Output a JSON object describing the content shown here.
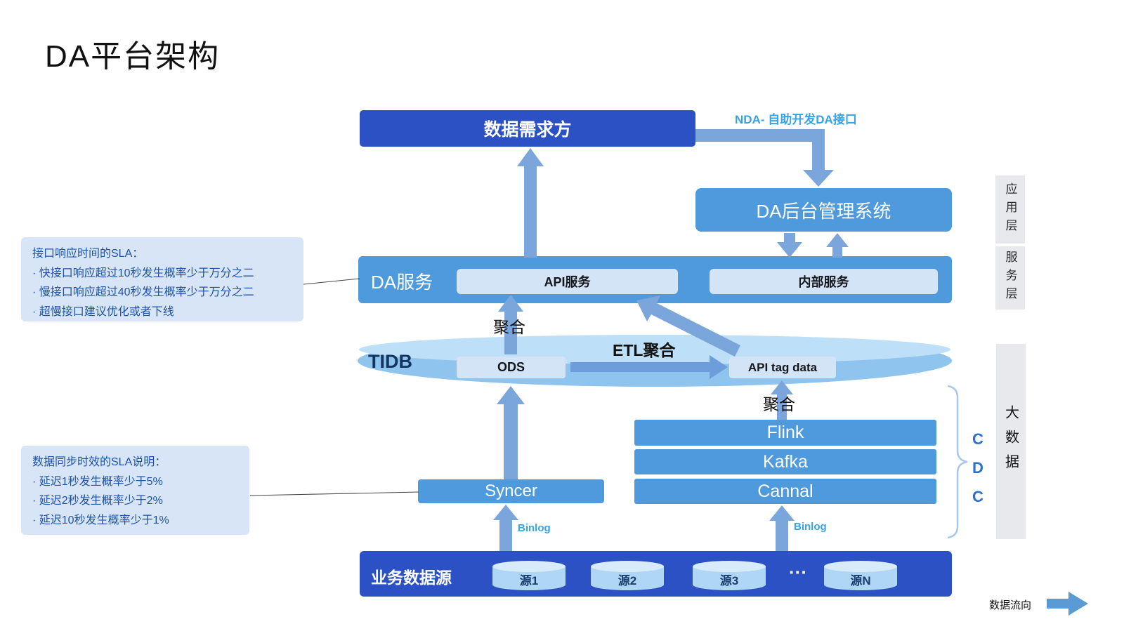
{
  "title": "DA平台架构",
  "legend": {
    "flow_label": "数据流向"
  },
  "layers": {
    "app": "应用层",
    "service": "服务层",
    "bigdata": "大数据",
    "cdc": [
      "C",
      "D",
      "C"
    ]
  },
  "nodes": {
    "consumer": "数据需求方",
    "admin": "DA后台管理系统",
    "da_service": "DA服务",
    "api_service": "API服务",
    "internal_service": "内部服务",
    "tidb": "TIDB",
    "ods": "ODS",
    "api_tag_data": "API tag data",
    "flink": "Flink",
    "kafka": "Kafka",
    "cannal": "Cannal",
    "syncer": "Syncer",
    "biz_source": "业务数据源",
    "sources": [
      "源1",
      "源2",
      "源3",
      "源N"
    ],
    "source_ellipsis": "···"
  },
  "edge_labels": {
    "nda": "NDA- 自助开发DA接口",
    "juhe_ods": "聚合",
    "etl": "ETL聚合",
    "juhe_flink": "聚合",
    "binlog_syncer": "Binlog",
    "binlog_cannal": "Binlog"
  },
  "annotations": {
    "api_sla": {
      "title": "接口响应时间的SLA：",
      "lines": [
        "· 快接口响应超过10秒发生概率少于万分之二",
        "· 慢接口响应超过40秒发生概率少于万分之二",
        "· 超慢接口建议优化或者下线"
      ]
    },
    "sync_sla": {
      "title": "数据同步时效的SLA说明：",
      "lines": [
        "· 延迟1秒发生概率少于5%",
        "· 延迟2秒发生概率少于2%",
        "· 延迟10秒发生概率少于1%"
      ]
    }
  },
  "colors": {
    "dark_blue": "#2B51C5",
    "mid_blue": "#4E9ADC",
    "light_box": "#D3E4F7",
    "tidb_body": "#8FC4EE",
    "tidb_top": "#BDDFF7",
    "note_bg": "#D8E5F6",
    "note_text": "#1D52A8",
    "arrow": "#7AA6DC",
    "link_text": "#35A3E8",
    "cdc_text": "#2E6FD0",
    "layer_bg": "#E7E9ED"
  }
}
